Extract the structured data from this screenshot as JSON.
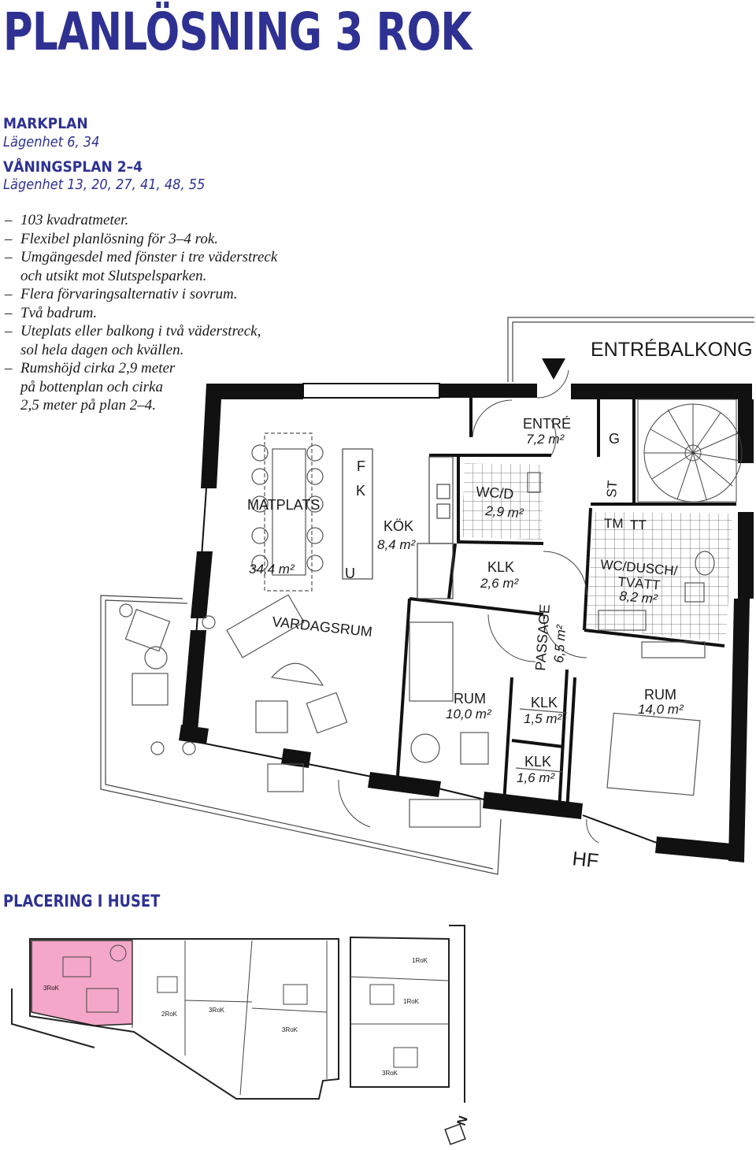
{
  "title": "PLANLÖSNING 3 ROK",
  "markplan": {
    "heading": "MARKPLAN",
    "apartments": "Lägenhet 6, 34"
  },
  "vaningsplan": {
    "heading": "VÅNINGSPLAN 2–4",
    "apartments": "Lägenhet 13, 20, 27, 41, 48, 55"
  },
  "features": [
    "103 kvadratmeter.",
    "Flexibel planlösning för 3–4 rok.",
    "Umgängesdel med fönster i tre väderstreck\noch utsikt mot Slutspelsparken.",
    "Flera förvaringsalternativ i sovrum.",
    "Två badrum.",
    "Uteplats eller balkong i två väderstreck,\nsol hela dagen och kvällen.",
    "Rumshöjd cirka 2,9 meter\npå bottenplan och cirka\n2,5 meter på plan 2–4."
  ],
  "plan": {
    "entrebalkong": "ENTRÉBALKONG",
    "rooms": [
      {
        "key": "entre",
        "name": "ENTRÉ",
        "area": "7,2 m²"
      },
      {
        "key": "matplats",
        "name": "MATPLATS",
        "area": "34,4 m²"
      },
      {
        "key": "vardagsrum",
        "name": "VARDAGSRUM"
      },
      {
        "key": "kok",
        "name": "KÖK",
        "area": "8,4 m²"
      },
      {
        "key": "wcd",
        "name": "WC/D",
        "area": "2,9 m²"
      },
      {
        "key": "klk1",
        "name": "KLK",
        "area": "2,6 m²"
      },
      {
        "key": "passage",
        "name": "PASSAGE",
        "area": "6,5 m²"
      },
      {
        "key": "wcdusch",
        "name": "WC/DUSCH/\nTVÄTT",
        "area": "8,2 m²"
      },
      {
        "key": "rum1",
        "name": "RUM",
        "area": "10,0 m²"
      },
      {
        "key": "klk2",
        "name": "KLK",
        "area": "1,5 m²"
      },
      {
        "key": "klk3",
        "name": "KLK",
        "area": "1,6 m²"
      },
      {
        "key": "rum2",
        "name": "RUM",
        "area": "14,0 m²"
      }
    ],
    "fixtures": {
      "f": "F",
      "k": "K",
      "u": "U",
      "g": "G",
      "st": "ST",
      "tm": "TM",
      "tt": "TT",
      "hf": "HF"
    }
  },
  "placering": {
    "heading": "PLACERING I HUSET",
    "unit_labels": [
      "3RoK",
      "2RoK",
      "3RoK",
      "3RoK",
      "1RoK",
      "1RoK",
      "3RoK"
    ],
    "highlight_color": "#f4a7c8",
    "north": "N"
  },
  "colors": {
    "brand": "#2e3192",
    "wall": "#111111",
    "highlight": "#f4a7c8"
  }
}
